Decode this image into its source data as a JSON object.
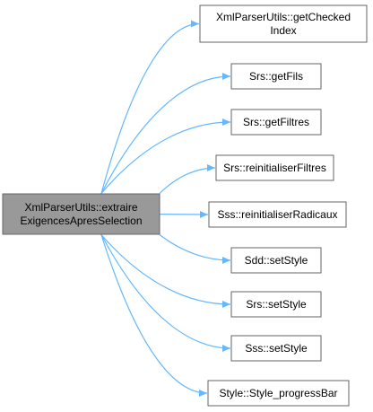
{
  "graph": {
    "edge_color": "#63b8ff",
    "source": {
      "id": "source",
      "lines": [
        "XmlParserUtils::extraire",
        "ExigencesApresSelection"
      ],
      "fill": "#999999",
      "stroke": "#666666"
    },
    "targets": [
      {
        "id": "t1",
        "lines": [
          "XmlParserUtils::getChecked",
          "Index"
        ]
      },
      {
        "id": "t2",
        "lines": [
          "Srs::getFils"
        ]
      },
      {
        "id": "t3",
        "lines": [
          "Srs::getFiltres"
        ]
      },
      {
        "id": "t4",
        "lines": [
          "Srs::reinitialiserFiltres"
        ]
      },
      {
        "id": "t5",
        "lines": [
          "Sss::reinitialiserRadicaux"
        ]
      },
      {
        "id": "t6",
        "lines": [
          "Sdd::setStyle"
        ]
      },
      {
        "id": "t7",
        "lines": [
          "Srs::setStyle"
        ]
      },
      {
        "id": "t8",
        "lines": [
          "Sss::setStyle"
        ]
      },
      {
        "id": "t9",
        "lines": [
          "Style::Style_progressBar"
        ]
      }
    ],
    "target_fill": "#ffffff",
    "target_stroke": "#666666"
  }
}
